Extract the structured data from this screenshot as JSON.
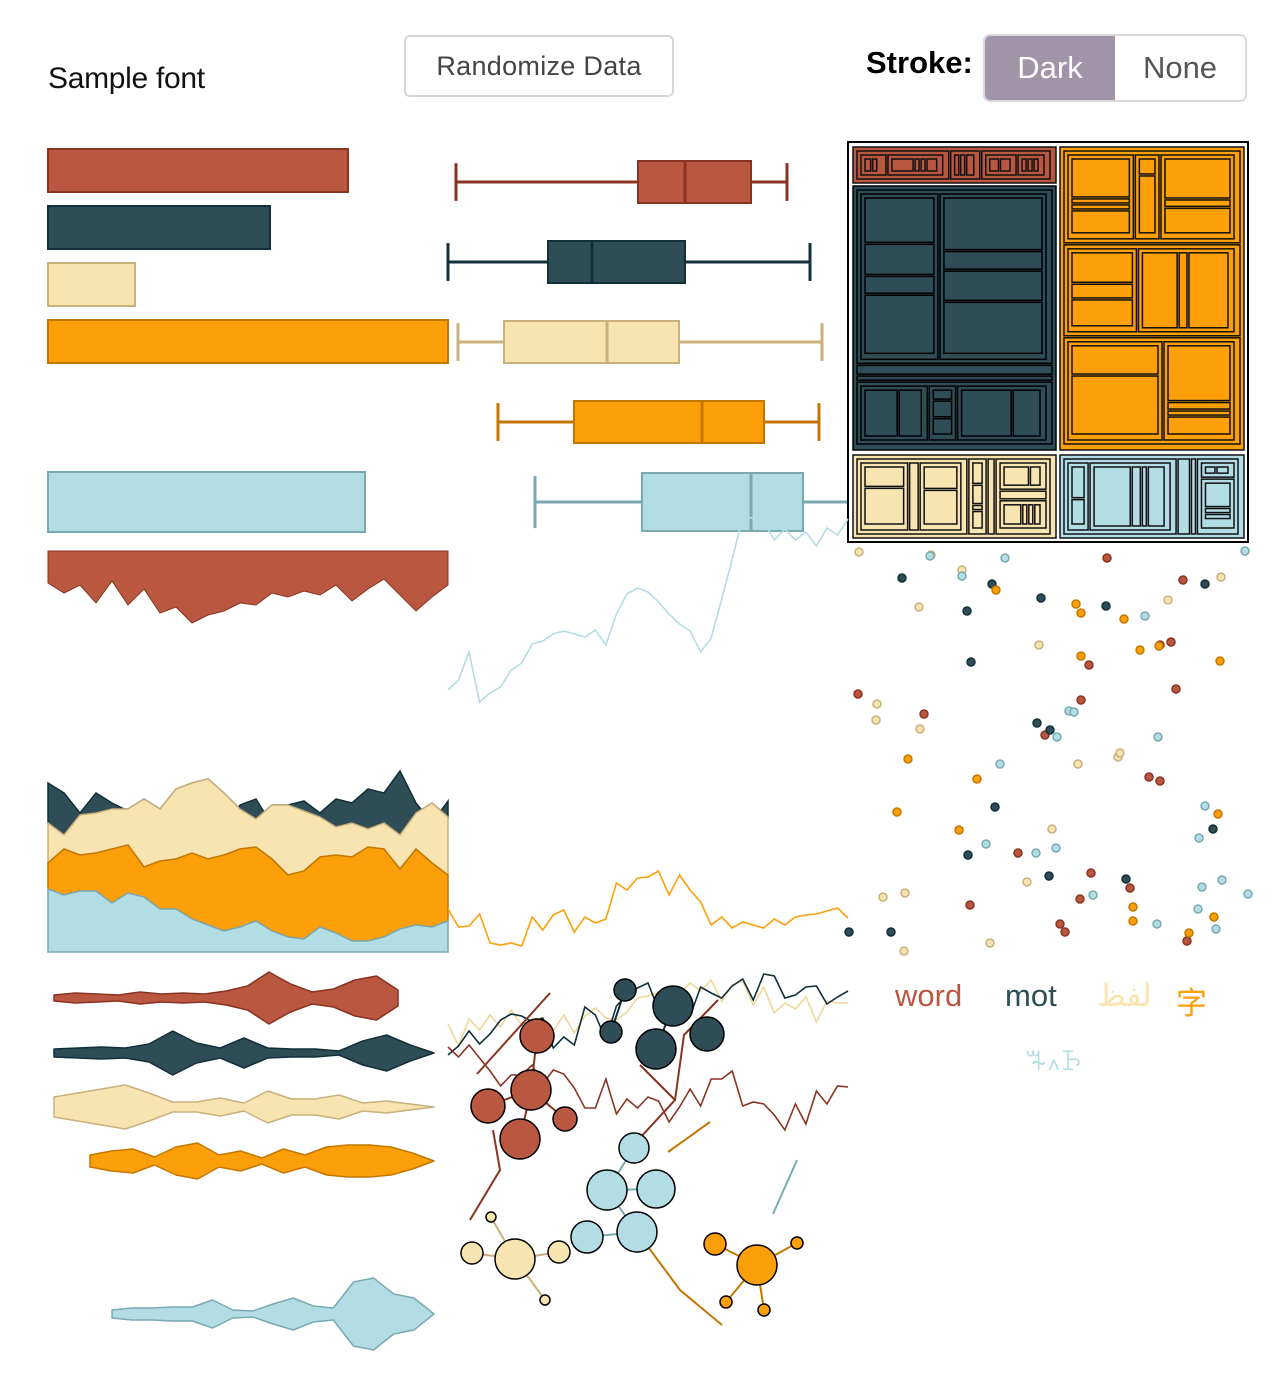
{
  "sample_font_label": "Sample font",
  "randomize_label": "Randomize Data",
  "stroke": {
    "label": "Stroke:",
    "options": [
      "Dark",
      "None"
    ],
    "selected": "Dark"
  },
  "palette": {
    "red": "#b95741",
    "slate": "#2f4d57",
    "cream": "#f8e4b1",
    "orange": "#fd9f08",
    "lightblue": "#b3dde4",
    "stroke_red": "#8a3322",
    "stroke_slate": "#12303a",
    "stroke_cream": "#c9b07d",
    "stroke_orange": "#c47700",
    "stroke_lightblue": "#7aa9b2"
  },
  "words": [
    {
      "text": "word",
      "color": "#b95741"
    },
    {
      "text": "mot",
      "color": "#2f4d57"
    },
    {
      "text": "لفظ",
      "color": "#f8e4b1"
    },
    {
      "text": "字",
      "color": "#fd9f08"
    },
    {
      "text": "ꘔ꘍ꘙ",
      "color": "#b3dde4"
    }
  ],
  "chart_data": [
    {
      "type": "bar",
      "categories": [
        "red",
        "slate",
        "cream",
        "orange",
        "lightblue"
      ],
      "values": [
        300,
        222,
        87,
        400,
        317
      ]
    },
    {
      "type": "boxplot",
      "series": [
        {
          "name": "red",
          "min": 408,
          "q1": 590,
          "median": 637,
          "q3": 703,
          "max": 739
        },
        {
          "name": "slate",
          "min": 400,
          "q1": 500,
          "median": 544,
          "q3": 637,
          "max": 762
        },
        {
          "name": "cream",
          "min": 410,
          "q1": 456,
          "median": 559,
          "q3": 631,
          "max": 774
        },
        {
          "name": "orange",
          "min": 450,
          "q1": 526,
          "median": 654,
          "q3": 716,
          "max": 771
        },
        {
          "name": "lightblue",
          "min": 487,
          "q1": 594,
          "median": 703,
          "q3": 755,
          "max": 800
        }
      ]
    },
    {
      "type": "area",
      "series": [
        {
          "name": "red",
          "values": [
            0.16,
            0.21,
            0.17,
            0.26,
            0.15,
            0.27,
            0.19,
            0.31,
            0.28,
            0.36,
            0.32,
            0.3,
            0.26,
            0.27,
            0.21,
            0.23,
            0.2,
            0.22,
            0.17,
            0.25,
            0.19,
            0.14,
            0.22,
            0.3,
            0.23,
            0.17
          ]
        },
        {
          "name": "slate",
          "values": [
            1.16,
            1.21,
            1.31,
            1.21,
            1.26,
            1.3,
            1.36,
            1.37,
            1.41,
            1.37,
            1.41,
            1.39,
            1.27,
            1.24,
            1.37,
            1.27,
            1.25,
            1.31,
            1.24,
            1.26,
            1.19,
            1.21,
            1.1,
            1.26,
            1.36,
            1.25
          ]
        },
        {
          "name": "cream",
          "values": [
            1.36,
            1.42,
            1.32,
            1.31,
            1.29,
            1.29,
            1.24,
            1.29,
            1.19,
            1.16,
            1.14,
            1.21,
            1.29,
            1.34,
            1.27,
            1.27,
            1.3,
            1.33,
            1.38,
            1.36,
            1.39,
            1.36,
            1.42,
            1.31,
            1.26,
            1.33
          ]
        },
        {
          "name": "orange",
          "values": [
            1.56,
            1.49,
            1.52,
            1.51,
            1.49,
            1.47,
            1.58,
            1.55,
            1.54,
            1.51,
            1.54,
            1.52,
            1.49,
            1.48,
            1.54,
            1.62,
            1.6,
            1.53,
            1.52,
            1.53,
            1.48,
            1.49,
            1.59,
            1.49,
            1.56,
            1.62
          ]
        },
        {
          "name": "lightblue",
          "values": [
            1.69,
            1.72,
            1.7,
            1.7,
            1.76,
            1.71,
            1.73,
            1.79,
            1.79,
            1.84,
            1.87,
            1.9,
            1.88,
            1.85,
            1.9,
            1.93,
            1.94,
            1.88,
            1.91,
            1.95,
            1.95,
            1.93,
            1.89,
            1.87,
            1.88,
            1.85
          ]
        }
      ]
    },
    {
      "type": "line",
      "series": [
        {
          "name": "lightblue",
          "values": [
            730,
            740,
            768,
            718,
            727,
            733,
            750,
            757,
            776,
            779,
            786,
            789,
            786,
            783,
            790,
            775,
            806,
            826,
            832,
            828,
            818,
            806,
            796,
            789,
            768,
            782,
            821,
            861,
            903,
            902,
            898,
            880,
            891,
            880,
            888,
            874,
            892,
            885,
            901
          ]
        },
        {
          "name": "orange",
          "values": [
            511,
            493,
            494,
            506,
            477,
            475,
            477,
            474,
            503,
            490,
            505,
            510,
            488,
            503,
            497,
            501,
            537,
            530,
            542,
            543,
            549,
            525,
            545,
            530,
            518,
            495,
            503,
            492,
            498,
            495,
            492,
            501,
            495,
            503,
            505,
            506,
            509,
            512,
            502
          ]
        },
        {
          "name": "cream",
          "values": [
            396,
            374,
            401,
            390,
            405,
            393,
            410,
            395,
            401,
            402,
            389,
            405,
            387,
            404,
            412,
            402,
            400,
            408,
            422,
            424,
            428,
            421,
            427,
            437,
            429,
            440,
            419,
            435,
            439,
            415,
            433,
            407,
            417,
            411,
            423,
            398,
            419,
            417,
            417
          ]
        },
        {
          "name": "slate",
          "values": [
            365,
            374,
            389,
            376,
            386,
            400,
            406,
            404,
            398,
            402,
            372,
            383,
            375,
            413,
            405,
            380,
            414,
            425,
            432,
            437,
            410,
            401,
            416,
            404,
            433,
            427,
            422,
            434,
            441,
            420,
            446,
            444,
            422,
            425,
            433,
            434,
            416,
            423,
            429
          ]
        },
        {
          "name": "red",
          "values": [
            373,
            363,
            375,
            362,
            349,
            334,
            345,
            345,
            355,
            336,
            350,
            346,
            332,
            312,
            312,
            341,
            306,
            321,
            312,
            323,
            319,
            298,
            313,
            331,
            314,
            341,
            341,
            349,
            314,
            318,
            316,
            305,
            290,
            316,
            296,
            329,
            316,
            334,
            333
          ]
        }
      ]
    },
    {
      "type": "scatter",
      "series": [
        {
          "name": "red",
          "points": [
            [
              858,
              694
            ],
            [
              924,
              714
            ],
            [
              970,
              905
            ],
            [
              1018,
              853
            ],
            [
              1045,
              735
            ],
            [
              1060,
              924
            ],
            [
              1081,
              700
            ],
            [
              1091,
              873
            ],
            [
              1107,
              558
            ],
            [
              1130,
              888
            ],
            [
              1149,
              777
            ],
            [
              1160,
              781
            ],
            [
              1160,
              645
            ],
            [
              1171,
              642
            ],
            [
              1176,
              689
            ],
            [
              1183,
              580
            ],
            [
              1187,
              941
            ],
            [
              1065,
              932
            ],
            [
              1089,
              665
            ],
            [
              1080,
              899
            ]
          ]
        },
        {
          "name": "slate",
          "points": [
            [
              849,
              932
            ],
            [
              891,
              932
            ],
            [
              902,
              578
            ],
            [
              967,
              611
            ],
            [
              971,
              662
            ],
            [
              992,
              584
            ],
            [
              995,
              807
            ],
            [
              1037,
              723
            ],
            [
              1049,
              876
            ],
            [
              1050,
              730
            ],
            [
              1106,
              606
            ],
            [
              1126,
              879
            ],
            [
              1205,
              584
            ],
            [
              1213,
              829
            ],
            [
              968,
              855
            ],
            [
              1041,
              598
            ]
          ]
        },
        {
          "name": "cream",
          "points": [
            [
              859,
              552
            ],
            [
              877,
              704
            ],
            [
              876,
              720
            ],
            [
              883,
              897
            ],
            [
              905,
              893
            ],
            [
              904,
              951
            ],
            [
              920,
              729
            ],
            [
              919,
              607
            ],
            [
              990,
              943
            ],
            [
              1027,
              882
            ],
            [
              1039,
              645
            ],
            [
              1052,
              829
            ],
            [
              1078,
              764
            ],
            [
              1118,
              757
            ],
            [
              1120,
              753
            ],
            [
              1168,
              600
            ],
            [
              1221,
              577
            ],
            [
              931,
              555
            ],
            [
              962,
              570
            ]
          ]
        },
        {
          "name": "lightblue",
          "points": [
            [
              930,
              556
            ],
            [
              962,
              576
            ],
            [
              1005,
              558
            ],
            [
              1000,
              764
            ],
            [
              986,
              844
            ],
            [
              1057,
              737
            ],
            [
              1056,
              848
            ],
            [
              1069,
              711
            ],
            [
              1093,
              895
            ],
            [
              1145,
              616
            ],
            [
              1158,
              737
            ],
            [
              1157,
              924
            ],
            [
              1199,
              838
            ],
            [
              1202,
              887
            ],
            [
              1198,
              909
            ],
            [
              1205,
              806
            ],
            [
              1216,
              929
            ],
            [
              1222,
              880
            ],
            [
              1245,
              551
            ],
            [
              1248,
              894
            ],
            [
              1036,
              853
            ],
            [
              1074,
              712
            ]
          ]
        },
        {
          "name": "orange",
          "points": [
            [
              897,
              812
            ],
            [
              908,
              759
            ],
            [
              959,
              830
            ],
            [
              977,
              779
            ],
            [
              996,
              590
            ],
            [
              1076,
              604
            ],
            [
              1081,
              656
            ],
            [
              1081,
              613
            ],
            [
              1133,
              907
            ],
            [
              1133,
              921
            ],
            [
              1140,
              650
            ],
            [
              1159,
              646
            ],
            [
              1218,
              814
            ],
            [
              1220,
              661
            ],
            [
              1214,
              917
            ],
            [
              1124,
              619
            ],
            [
              1189,
              933
            ]
          ]
        }
      ]
    },
    {
      "type": "treemap",
      "groups": [
        "red",
        "slate",
        "orange",
        "cream",
        "lightblue"
      ]
    },
    {
      "type": "violin",
      "series": [
        "red",
        "slate",
        "cream",
        "orange",
        "lightblue"
      ]
    },
    {
      "type": "network",
      "groups": [
        "red",
        "slate",
        "lightblue",
        "cream",
        "orange"
      ]
    }
  ]
}
